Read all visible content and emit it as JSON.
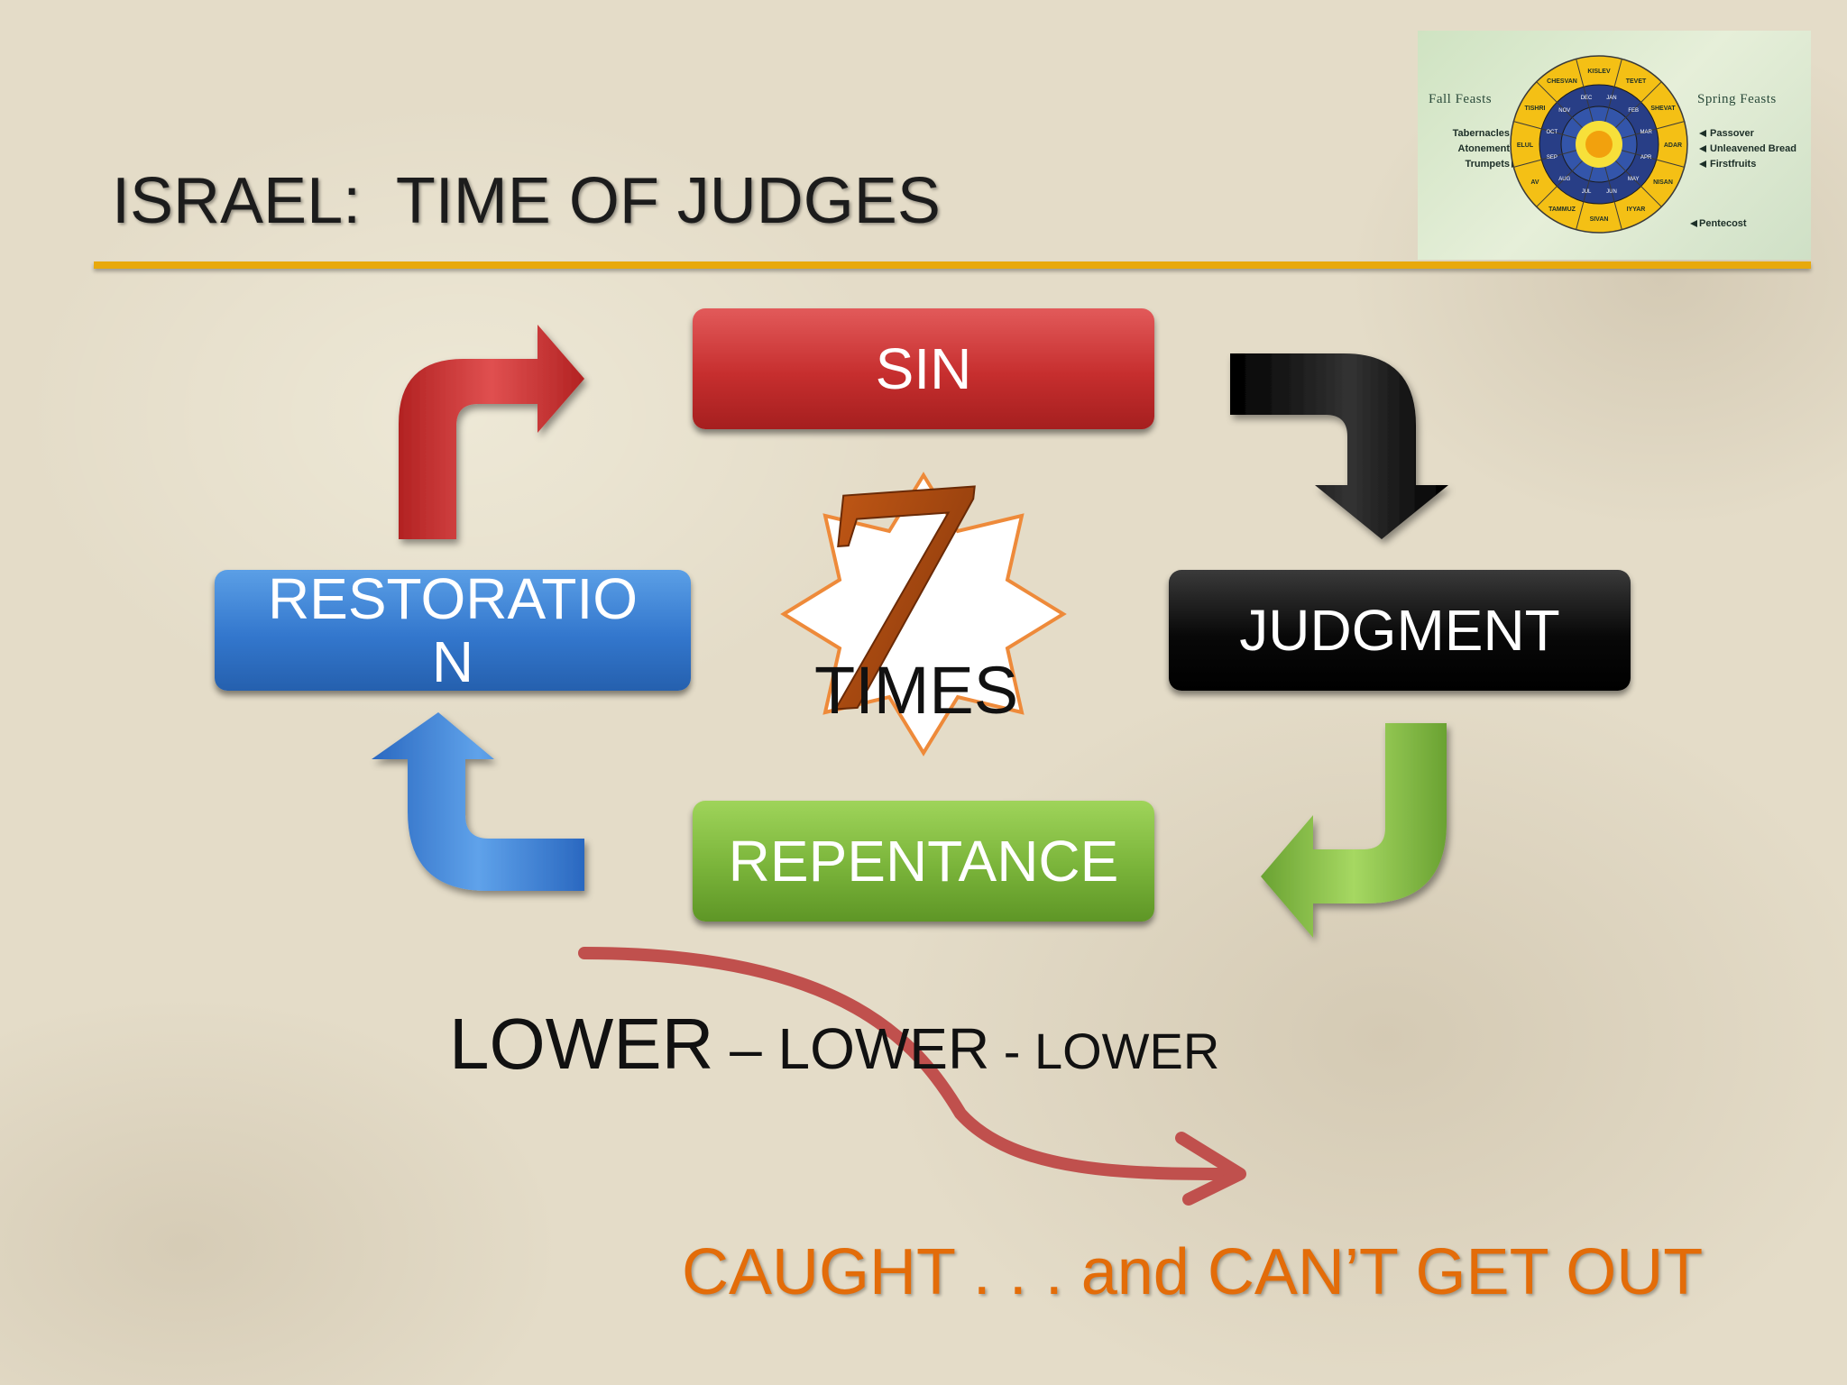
{
  "slide": {
    "title": "ISRAEL:  TIME OF JUDGES"
  },
  "calendar": {
    "fall_label": "Fall Feasts",
    "spring_label": "Spring Feasts",
    "fall_feasts": [
      "Tabernacles",
      "Atonement",
      "Trumpets"
    ],
    "spring_feasts": [
      "Passover",
      "Unleavened Bread",
      "Firstfruits"
    ],
    "pentecost": "Pentecost",
    "hebrew_months": [
      "TEVET",
      "SHEVAT",
      "ADAR",
      "NISAN",
      "IYYAR",
      "SIVAN",
      "TAMMUZ",
      "AV",
      "ELUL",
      "TISHRI",
      "CHESVAN",
      "KISLEV"
    ],
    "months": [
      "JAN",
      "FEB",
      "MAR",
      "APR",
      "MAY",
      "JUN",
      "JUL",
      "AUG",
      "SEP",
      "OCT",
      "NOV",
      "DEC"
    ]
  },
  "cycle": {
    "sin": "SIN",
    "judgment": "JUDGMENT",
    "repentance": "REPENTANCE",
    "restoration": "RESTORATION"
  },
  "center": {
    "number": "7",
    "label": "TIMES"
  },
  "lower": {
    "part1": "LOWER",
    "part2": " – LOWER",
    "part3": " - LOWER"
  },
  "caught": "CAUGHT . . . and CAN’T GET OUT",
  "colors": {
    "sin": "#c62e2e",
    "judgment": "#0a0a0a",
    "repentance": "#7ab43a",
    "restoration": "#3377cd",
    "accent_orange": "#e36c09",
    "title_rule": "#e8a90c",
    "curve_arrow": "#c0504d"
  }
}
